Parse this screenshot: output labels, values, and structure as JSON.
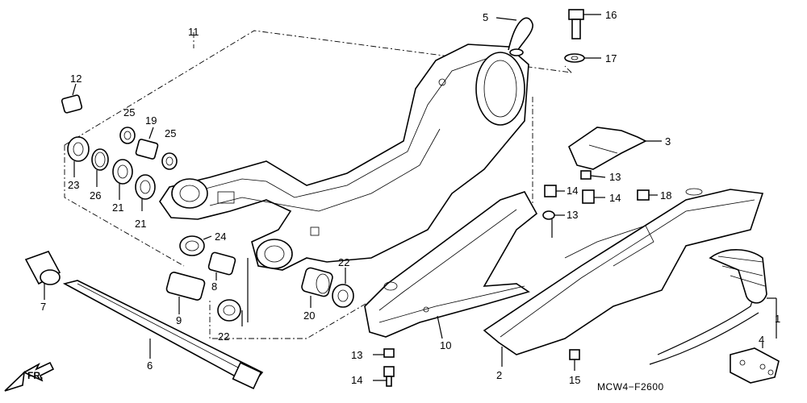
{
  "callouts": {
    "c1": "1",
    "c2": "2",
    "c3": "3",
    "c4": "4",
    "c5": "5",
    "c6": "6",
    "c7": "7",
    "c8": "8",
    "c9": "9",
    "c10": "10",
    "c11": "11",
    "c12": "12",
    "c13a": "13",
    "c13b": "13",
    "c13c": "13",
    "c14a": "14",
    "c14b": "14",
    "c14c": "14",
    "c15": "15",
    "c16": "16",
    "c17": "17",
    "c18": "18",
    "c19": "19",
    "c20": "20",
    "c21a": "21",
    "c21b": "21",
    "c22a": "22",
    "c22b": "22",
    "c23": "23",
    "c24": "24",
    "c25a": "25",
    "c25b": "25",
    "c26": "26"
  },
  "diagram_code": "MCW4−F2600",
  "direction_label": "FR."
}
